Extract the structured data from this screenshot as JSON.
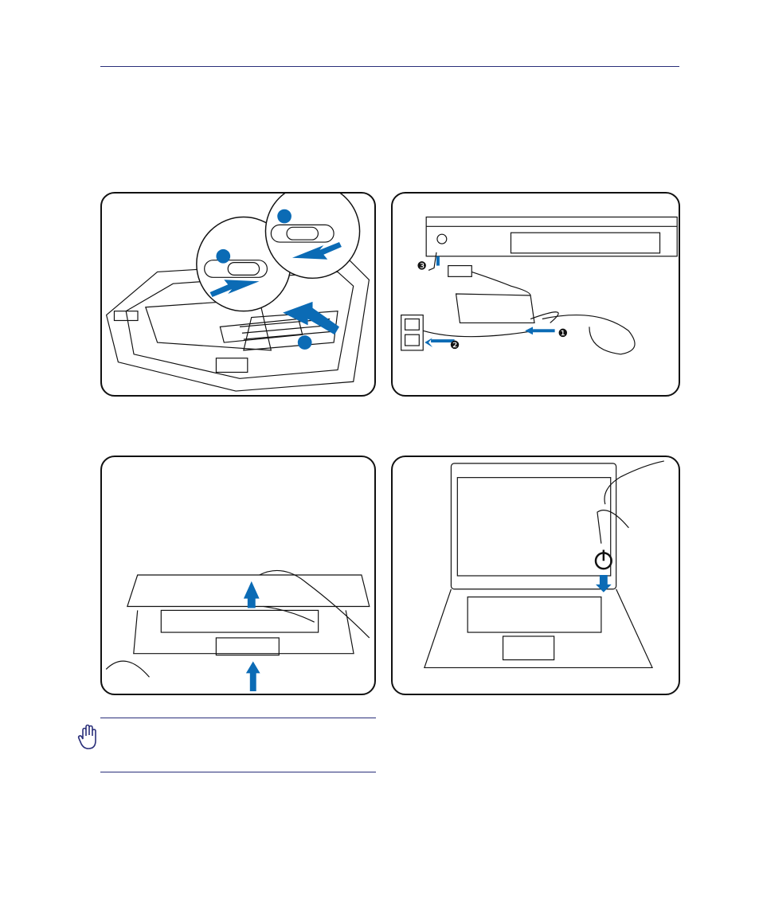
{
  "colors": {
    "rule": "#2a2f7a",
    "arrow": "#0b6bb5",
    "line": "#111111"
  },
  "icons": {
    "caution": "stop-hand-icon",
    "power": "power-icon"
  },
  "figures": {
    "battery": {
      "labels": [
        "",
        "",
        ""
      ]
    },
    "ac_power": {
      "steps": [
        "❸",
        "❷",
        "❶"
      ]
    },
    "open_lid": {},
    "power_on": {}
  },
  "note": {
    "text": ""
  }
}
